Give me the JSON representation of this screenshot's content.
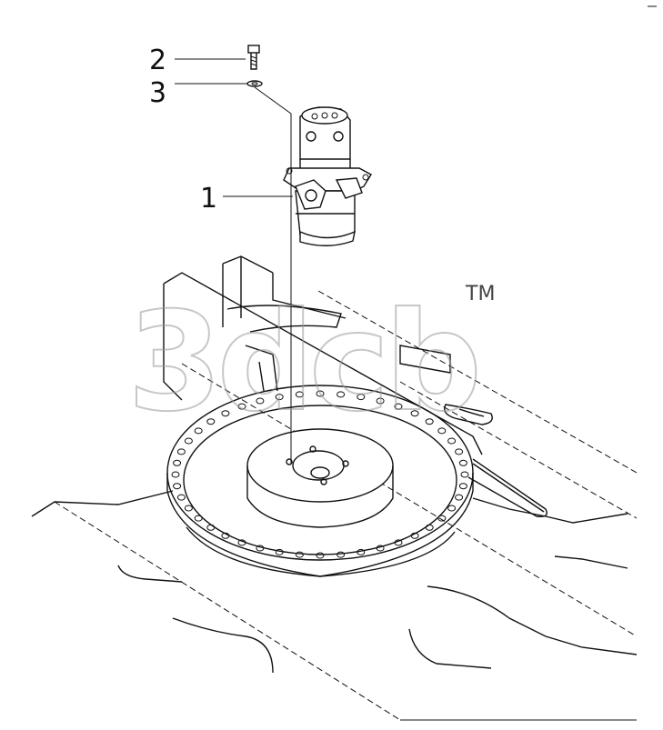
{
  "callouts": [
    {
      "id": "1",
      "label": "1"
    },
    {
      "id": "2",
      "label": "2"
    },
    {
      "id": "3",
      "label": "3"
    }
  ],
  "watermark": {
    "text": "3dcb",
    "trademark": "TM"
  },
  "colors": {
    "line": "#111111",
    "watermark": "#9a9a9a",
    "background": "#ffffff"
  }
}
